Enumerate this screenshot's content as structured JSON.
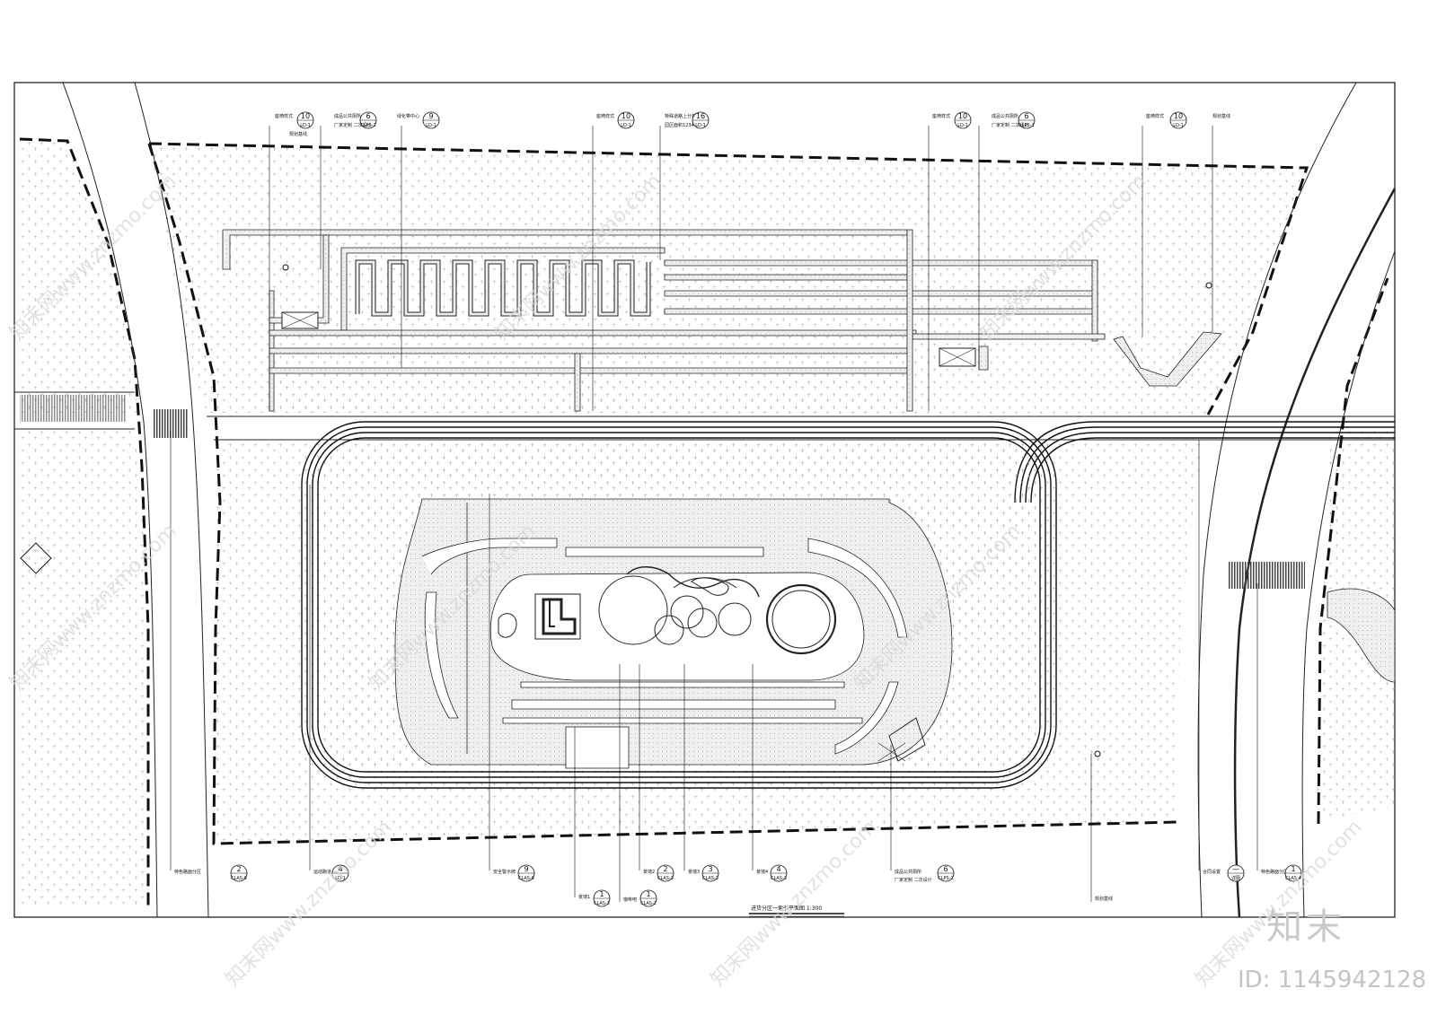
{
  "drawing": {
    "title": "进货分区一索引平面图 1:300"
  },
  "top_callouts": [
    {
      "label": "座椅样式",
      "number": "10",
      "sheet": "LD-1",
      "note": "规划基线"
    },
    {
      "label": "成品公共厕所",
      "number": "6",
      "sheet": "CLPS-1",
      "note": "厂家定制    二次设计"
    },
    {
      "label": "绿化带中心",
      "number": "9",
      "sheet": "LD-1",
      "note": ""
    },
    {
      "label": "座椅样式",
      "number": "10",
      "sheet": "LD-1",
      "note": ""
    },
    {
      "label": "特殊道路上分析",
      "number": "16",
      "sheet": "LD-1",
      "note": "园区面积1234"
    },
    {
      "label": "座椅样式",
      "number": "10",
      "sheet": "LD-1",
      "note": ""
    },
    {
      "label": "成品公共厕所",
      "number": "6",
      "sheet": "CLPS-1",
      "note": "厂家定制    二次设计"
    },
    {
      "label": "座椅样式",
      "number": "10",
      "sheet": "LD-1",
      "note": "规划基线"
    }
  ],
  "bottom_callouts": [
    {
      "label": "特色路面分区",
      "number": "2",
      "sheet": "CLAS-6"
    },
    {
      "label": "运动跑道",
      "number": "4",
      "sheet": "LD-1"
    },
    {
      "label": "安全警示牌",
      "number": "9",
      "sheet": "CLAS-6"
    },
    {
      "label": "景墙1",
      "number": "1",
      "sheet": "CLAS-3"
    },
    {
      "label": "咖啡吧",
      "number": "1",
      "sheet": "CLAS-2"
    },
    {
      "label": "景墙2",
      "number": "2",
      "sheet": "CLAS-3"
    },
    {
      "label": "景墙3",
      "number": "3",
      "sheet": "CLAS-3"
    },
    {
      "label": "景墙4",
      "number": "4",
      "sheet": "CLAS-3"
    },
    {
      "label": "成品公共厕所",
      "number": "6",
      "sheet": "CLPS-1",
      "note": "厂家定制    二次设计"
    },
    {
      "label": "合同设置",
      "number": "—",
      "sheet": "详图"
    },
    {
      "label": "特色路面分区",
      "number": "1",
      "sheet": "CLAS-4"
    }
  ],
  "notes": [
    "规划基线",
    "规划基线"
  ],
  "branding": {
    "logo_text": "知末",
    "image_id": "ID: 1145942128",
    "watermark": "知末网www.znzmo.com"
  },
  "colors": {
    "line": "#111111",
    "hatch": "#bdbdbd",
    "background": "#ffffff"
  }
}
